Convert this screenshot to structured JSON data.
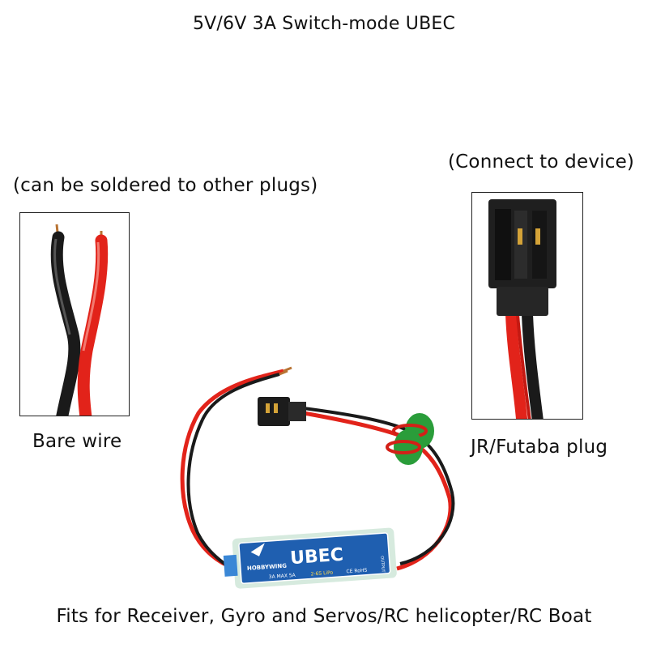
{
  "title": "5V/6V 3A Switch-mode UBEC",
  "left_caption": "(can be soldered to other plugs)",
  "right_caption": "(Connect to device)",
  "left_label": "Bare wire",
  "right_label": "JR/Futaba plug",
  "footer": "Fits for Receiver, Gyro and Servos/RC helicopter/RC Boat",
  "module": {
    "brand": "HOBBYWING",
    "logo": "UBEC",
    "rating": "3A MAX 5A",
    "input": "2-6S LiPo",
    "marks": "CE RoHS",
    "side": "OUTPUT"
  },
  "colors": {
    "wire_red": "#e2231a",
    "wire_black": "#1a1a1a",
    "module_blue": "#1f5fb0",
    "ferrite_green": "#2a9d3a"
  }
}
